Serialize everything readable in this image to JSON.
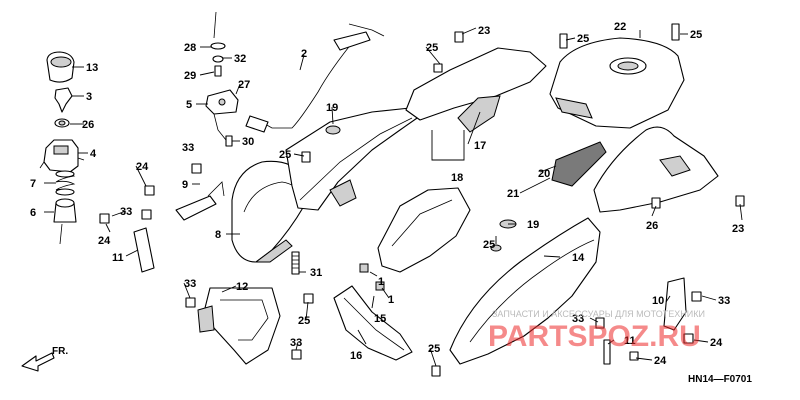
{
  "callouts": {
    "c1": "1",
    "c2": "2",
    "c3": "3",
    "c4": "4",
    "c5": "5",
    "c6": "6",
    "c7": "7",
    "c8": "8",
    "c9": "9",
    "c10": "10",
    "c11": "11",
    "c12": "12",
    "c13": "13",
    "c14": "14",
    "c15": "15",
    "c16": "16",
    "c17": "17",
    "c18": "18",
    "c19": "19",
    "c20": "20",
    "c21": "21",
    "c22": "22",
    "c23": "23",
    "c24": "24",
    "c25": "25",
    "c26": "26",
    "c27": "27",
    "c28": "28",
    "c29": "29",
    "c30": "30",
    "c31": "31",
    "c32": "32",
    "c33": "33"
  },
  "front_indicator": "FR.",
  "diagram_code": "HN14—F0701",
  "watermark": {
    "brand": "PARTSPOZ.RU",
    "caption": "ЗАПЧАСТИ И АКСЕССУАРЫ ДЛЯ МОТОТЕХНИКИ"
  },
  "colors": {
    "background": "#ffffff",
    "line": "#000000",
    "watermark": "#ee2b2b"
  }
}
